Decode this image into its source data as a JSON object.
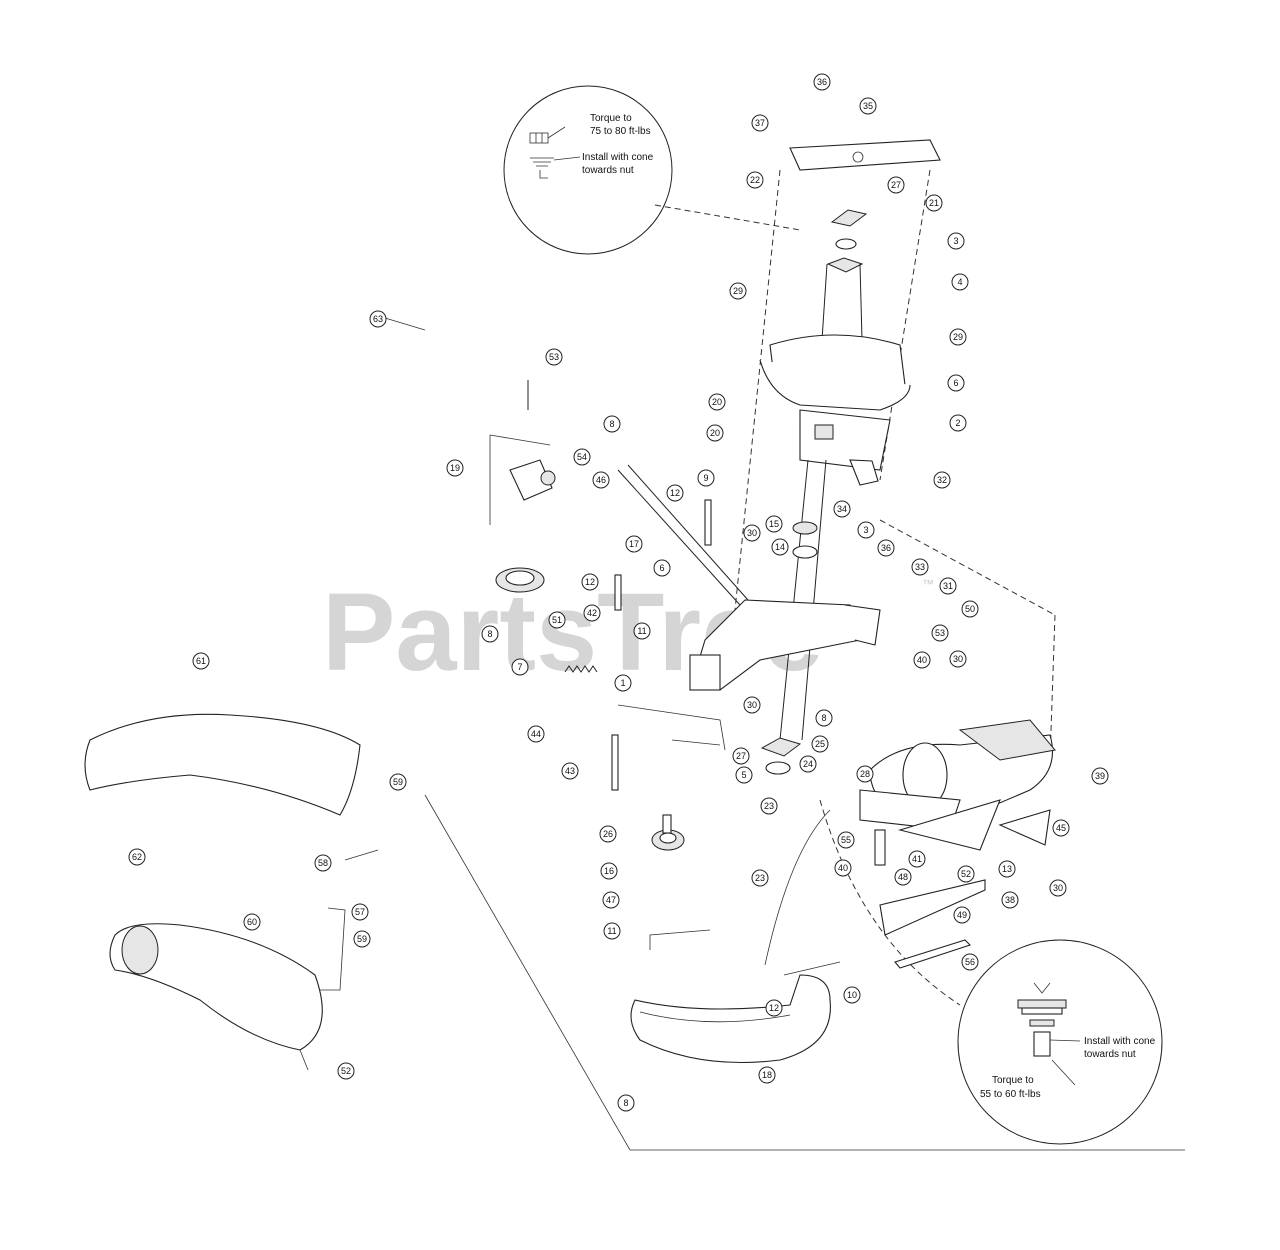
{
  "watermark": {
    "text": "PartsTree",
    "trademark": "™"
  },
  "notes": {
    "top_torque_line1": "Torque to",
    "top_torque_line2": "75 to 80 ft-lbs",
    "top_install_line1": "Install with cone",
    "top_install_line2": "towards nut",
    "bottom_install_line1": "Install with cone",
    "bottom_install_line2": "towards nut",
    "bottom_torque_line1": "Torque to",
    "bottom_torque_line2": "55 to 60 ft-lbs"
  },
  "callouts": [
    {
      "label": "36"
    },
    {
      "label": "35"
    },
    {
      "label": "37"
    },
    {
      "label": "22"
    },
    {
      "label": "27"
    },
    {
      "label": "21"
    },
    {
      "label": "3"
    },
    {
      "label": "4"
    },
    {
      "label": "29"
    },
    {
      "label": "29"
    },
    {
      "label": "63"
    },
    {
      "label": "53"
    },
    {
      "label": "6"
    },
    {
      "label": "20"
    },
    {
      "label": "2"
    },
    {
      "label": "8"
    },
    {
      "label": "20"
    },
    {
      "label": "32"
    },
    {
      "label": "19"
    },
    {
      "label": "54"
    },
    {
      "label": "46"
    },
    {
      "label": "9"
    },
    {
      "label": "12"
    },
    {
      "label": "34"
    },
    {
      "label": "17"
    },
    {
      "label": "30"
    },
    {
      "label": "15"
    },
    {
      "label": "3"
    },
    {
      "label": "14"
    },
    {
      "label": "36"
    },
    {
      "label": "12"
    },
    {
      "label": "6"
    },
    {
      "label": "33"
    },
    {
      "label": "31"
    },
    {
      "label": "42"
    },
    {
      "label": "51"
    },
    {
      "label": "8"
    },
    {
      "label": "50"
    },
    {
      "label": "11"
    },
    {
      "label": "53"
    },
    {
      "label": "61"
    },
    {
      "label": "7"
    },
    {
      "label": "1"
    },
    {
      "label": "40"
    },
    {
      "label": "30"
    },
    {
      "label": "8"
    },
    {
      "label": "44"
    },
    {
      "label": "30"
    },
    {
      "label": "43"
    },
    {
      "label": "27"
    },
    {
      "label": "25"
    },
    {
      "label": "5"
    },
    {
      "label": "24"
    },
    {
      "label": "39"
    },
    {
      "label": "28"
    },
    {
      "label": "45"
    },
    {
      "label": "59"
    },
    {
      "label": "26"
    },
    {
      "label": "23"
    },
    {
      "label": "55"
    },
    {
      "label": "58"
    },
    {
      "label": "16"
    },
    {
      "label": "41"
    },
    {
      "label": "13"
    },
    {
      "label": "40"
    },
    {
      "label": "48"
    },
    {
      "label": "52"
    },
    {
      "label": "38"
    },
    {
      "label": "30"
    },
    {
      "label": "62"
    },
    {
      "label": "23"
    },
    {
      "label": "47"
    },
    {
      "label": "57"
    },
    {
      "label": "49"
    },
    {
      "label": "60"
    },
    {
      "label": "11"
    },
    {
      "label": "59"
    },
    {
      "label": "56"
    },
    {
      "label": "12"
    },
    {
      "label": "10"
    },
    {
      "label": "52"
    },
    {
      "label": "18"
    },
    {
      "label": "8"
    }
  ]
}
